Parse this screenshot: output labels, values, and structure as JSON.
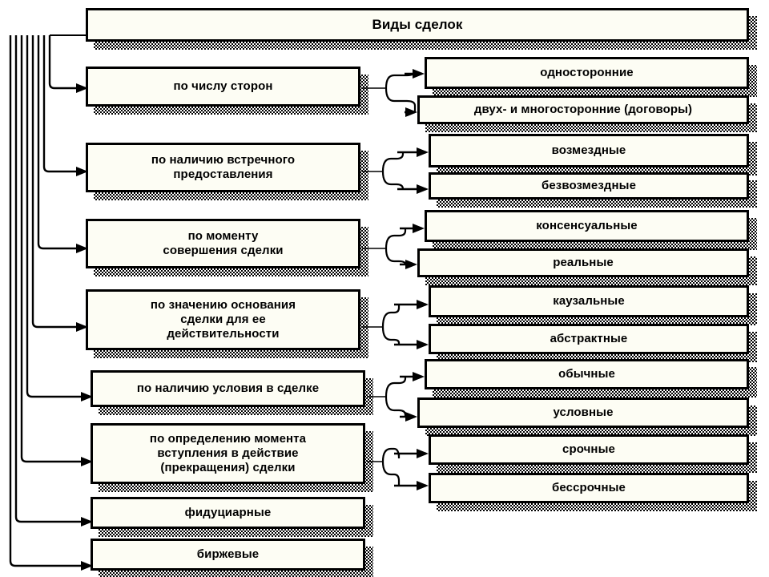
{
  "diagram": {
    "title": "Виды сделок",
    "root": {
      "label": "Виды сделок"
    },
    "criteria": [
      {
        "id": "c1",
        "label": "по числу сторон"
      },
      {
        "id": "c2",
        "label": "по наличию встречного предоставления"
      },
      {
        "id": "c3",
        "label": "по моменту совершения сделки"
      },
      {
        "id": "c4",
        "label": "по значению основания сделки для ее действительности"
      },
      {
        "id": "c5",
        "label": "по наличию условия в сделке"
      },
      {
        "id": "c6",
        "label": "по определению момента вступления в действие (прекращения) сделки"
      },
      {
        "id": "c7",
        "label": "фидуциарные"
      },
      {
        "id": "c8",
        "label": "биржевые"
      }
    ],
    "criteria_lines": {
      "c1": [
        "по числу сторон"
      ],
      "c2": [
        "по наличию встречного",
        "предоставления"
      ],
      "c3": [
        "по моменту",
        "совершения сделки"
      ],
      "c4": [
        "по значению основания",
        "сделки для ее",
        "действительности"
      ],
      "c5": [
        "по наличию условия в сделке"
      ],
      "c6": [
        "по определению момента",
        "вступления в действие",
        "(прекращения) сделки"
      ],
      "c7": [
        "фидуциарные"
      ],
      "c8": [
        "биржевые"
      ]
    },
    "kinds": [
      {
        "id": "k1",
        "label": "односторонние",
        "parent": "c1"
      },
      {
        "id": "k2",
        "label": "двух- и многосторонние (договоры)",
        "parent": "c1"
      },
      {
        "id": "k3",
        "label": "возмездные",
        "parent": "c2"
      },
      {
        "id": "k4",
        "label": "безвозмездные",
        "parent": "c2"
      },
      {
        "id": "k5",
        "label": "консенсуальные",
        "parent": "c3"
      },
      {
        "id": "k6",
        "label": "реальные",
        "parent": "c3"
      },
      {
        "id": "k7",
        "label": "каузальные",
        "parent": "c4"
      },
      {
        "id": "k8",
        "label": "абстрактные",
        "parent": "c4"
      },
      {
        "id": "k9",
        "label": "обычные",
        "parent": "c5"
      },
      {
        "id": "k10",
        "label": "условные",
        "parent": "c5"
      },
      {
        "id": "k11",
        "label": "срочные",
        "parent": "c6"
      },
      {
        "id": "k12",
        "label": "бессрочные",
        "parent": "c6"
      }
    ],
    "colors": {
      "box_fill": "#fdfdf4",
      "box_border": "#000000",
      "text": "#000000",
      "shadow": "#000000",
      "background": "#ffffff"
    }
  }
}
